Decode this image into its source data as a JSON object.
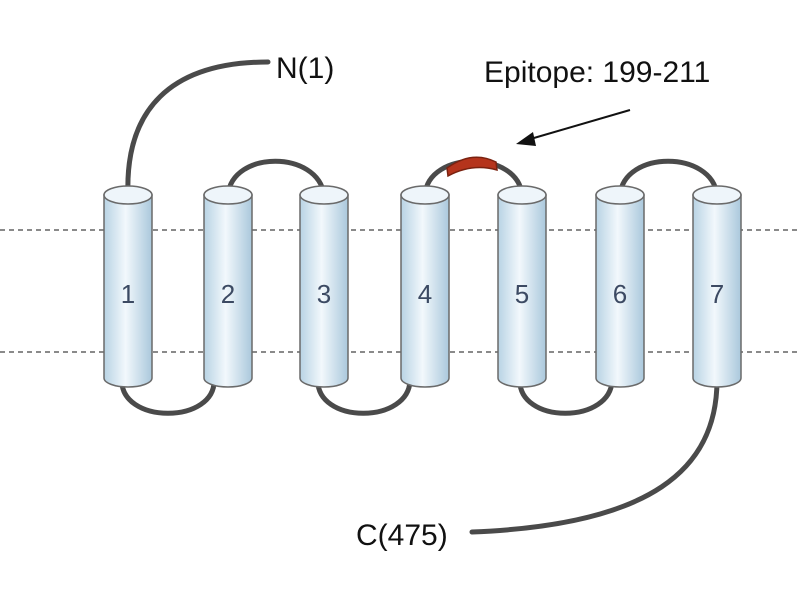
{
  "diagram": {
    "n_terminus_label": "N(1)",
    "c_terminus_label": "C(475)",
    "epitope_label": "Epitope: 199-211",
    "helices": [
      {
        "number": "1"
      },
      {
        "number": "2"
      },
      {
        "number": "3"
      },
      {
        "number": "4"
      },
      {
        "number": "5"
      },
      {
        "number": "6"
      },
      {
        "number": "7"
      }
    ],
    "colors": {
      "helix_fill_light": "#f2f8fc",
      "helix_fill_dark": "#b8d3e4",
      "loop": "#4a4a4a",
      "epitope": "#b5341c",
      "membrane_line": "#8a8a8a"
    }
  }
}
